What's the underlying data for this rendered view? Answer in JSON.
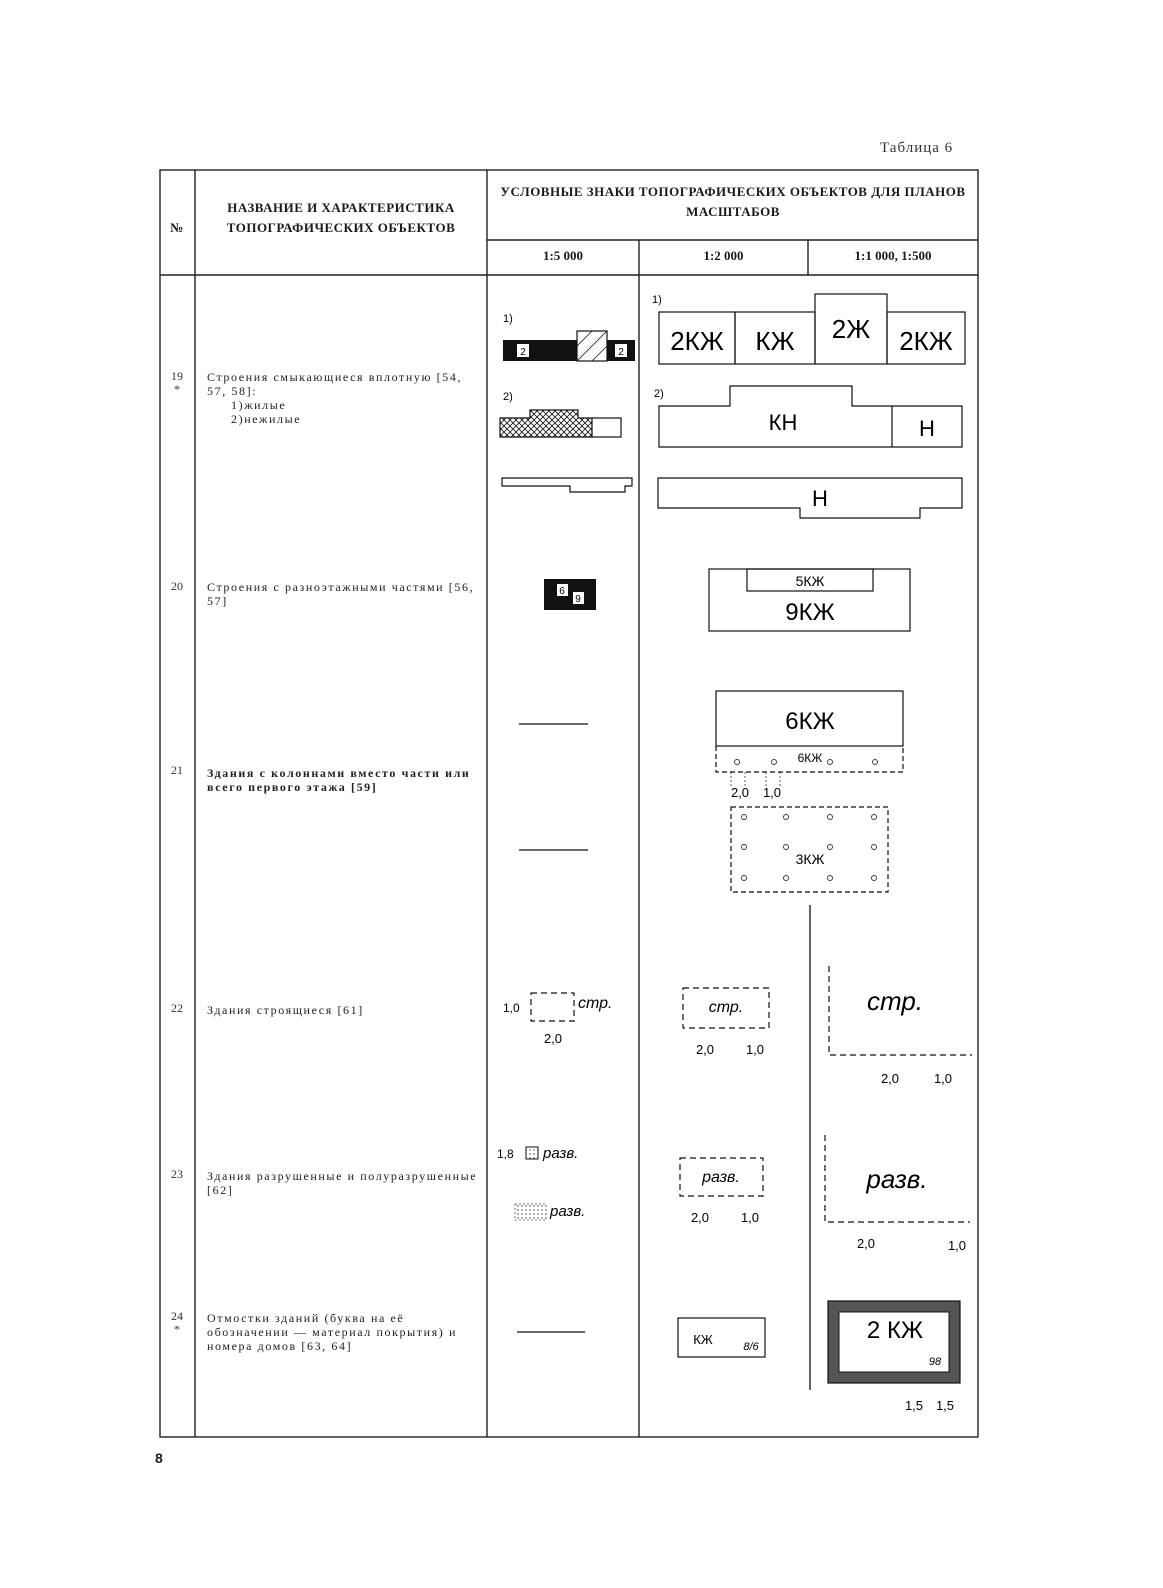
{
  "page": {
    "table_label": "Таблица 6",
    "page_number": "8"
  },
  "header": {
    "col_no": "№",
    "col_name": "НАЗВАНИЕ И ХАРАКТЕРИСТИКА ТОПОГРАФИЧЕСКИХ ОБЪЕКТОВ",
    "col_signs": "УСЛОВНЫЕ ЗНАКИ ТОПОГРАФИЧЕСКИХ ОБЪЕКТОВ ДЛЯ ПЛАНОВ МАСШТАБОВ",
    "scales": [
      "1:5 000",
      "1:2 000",
      "1:1 000, 1:500"
    ]
  },
  "rows": [
    {
      "num": "19",
      "mark": "*",
      "title": "Строения смыкающиеся вплотную [54, 57, 58]:",
      "items": [
        "1)жилые",
        "2)нежилые"
      ]
    },
    {
      "num": "20",
      "mark": "",
      "title": "Строения с разноэтажными частями [56, 57]",
      "items": []
    },
    {
      "num": "21",
      "mark": "",
      "title": "Здания с колоннами вместо части или всего первого этажа [59]",
      "items": []
    },
    {
      "num": "22",
      "mark": "",
      "title": "Здания строящиеся [61]",
      "items": []
    },
    {
      "num": "23",
      "mark": "",
      "title": "Здания разрушенные и полуразрушенные [62]",
      "items": []
    },
    {
      "num": "24",
      "mark": "*",
      "title": "Отмостки зданий (буква на её обозначении — материал покрытия) и номера домов [63, 64]",
      "items": []
    }
  ],
  "signs": {
    "r19_idx1": "1)",
    "r19_idx2": "2)",
    "r19_s5_num_a": "2",
    "r19_s5_num_b": "2",
    "r19_big1": "2КЖ",
    "r19_big2": "КЖ",
    "r19_big3": "2Ж",
    "r19_big4": "2КЖ",
    "r19_big5": "КН",
    "r19_big6": "Н",
    "r19_big7": "Н",
    "r20_s5_a": "6",
    "r20_s5_b": "9",
    "r20_top": "5КЖ",
    "r20_bottom": "9КЖ",
    "r21_a": "6КЖ",
    "r21_b": "6КЖ",
    "r21_c": "3КЖ",
    "r21_dim_a": "2,0",
    "r21_dim_b": "1,0",
    "r22_word": "стр.",
    "r22_d10": "1,0",
    "r22_d20": "2,0",
    "r23_word": "разв.",
    "r23_d18": "1,8",
    "r24_a": "КЖ",
    "r24_b": "8/6",
    "r24_c": "2 КЖ",
    "r24_d": "98",
    "r24_d15": "1,5"
  }
}
